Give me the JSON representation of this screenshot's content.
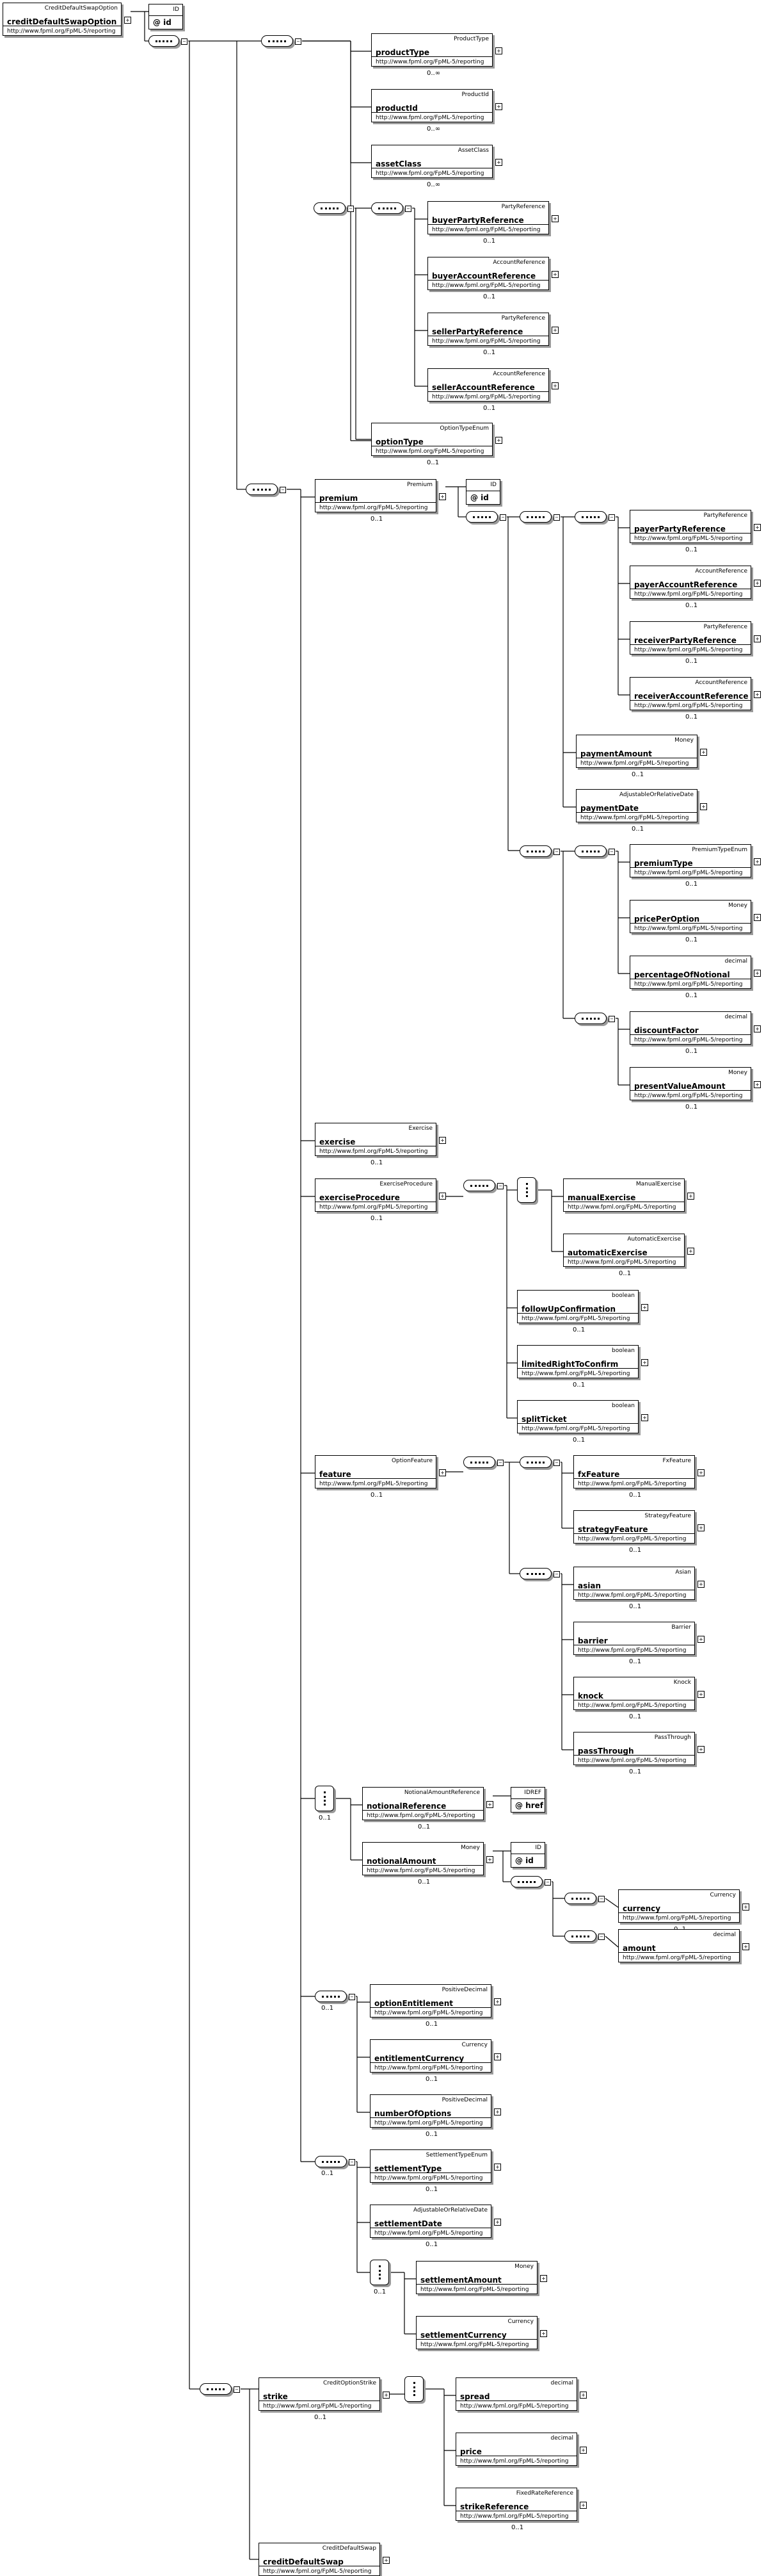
{
  "diagram": {
    "root": {
      "type": "CreditDefaultSwapOption",
      "name": "creditDefaultSwapOption",
      "ns": "http://www.fpml.org/FpML-5/reporting"
    },
    "root_attr": {
      "type": "ID",
      "name": "@ id"
    },
    "product_type": {
      "type": "ProductType",
      "name": "productType",
      "ns": "http://www.fpml.org/FpML-5/reporting",
      "card": "0..∞"
    },
    "product_id": {
      "type": "ProductId",
      "name": "productId",
      "ns": "http://www.fpml.org/FpML-5/reporting",
      "card": "0..∞"
    },
    "asset_class": {
      "type": "AssetClass",
      "name": "assetClass",
      "ns": "http://www.fpml.org/FpML-5/reporting",
      "card": "0..∞"
    },
    "buyer_party": {
      "type": "PartyReference",
      "name": "buyerPartyReference",
      "ns": "http://www.fpml.org/FpML-5/reporting",
      "card": "0..1"
    },
    "buyer_account": {
      "type": "AccountReference",
      "name": "buyerAccountReference",
      "ns": "http://www.fpml.org/FpML-5/reporting",
      "card": "0..1"
    },
    "seller_party": {
      "type": "PartyReference",
      "name": "sellerPartyReference",
      "ns": "http://www.fpml.org/FpML-5/reporting",
      "card": "0..1"
    },
    "seller_account": {
      "type": "AccountReference",
      "name": "sellerAccountReference",
      "ns": "http://www.fpml.org/FpML-5/reporting",
      "card": "0..1"
    },
    "option_type": {
      "type": "OptionTypeEnum",
      "name": "optionType",
      "ns": "http://www.fpml.org/FpML-5/reporting",
      "card": "0..1"
    },
    "premium": {
      "type": "Premium",
      "name": "premium",
      "ns": "http://www.fpml.org/FpML-5/reporting",
      "card": "0..1"
    },
    "premium_attr": {
      "type": "ID",
      "name": "@ id"
    },
    "payer_party": {
      "type": "PartyReference",
      "name": "payerPartyReference",
      "ns": "http://www.fpml.org/FpML-5/reporting",
      "card": "0..1"
    },
    "payer_account": {
      "type": "AccountReference",
      "name": "payerAccountReference",
      "ns": "http://www.fpml.org/FpML-5/reporting",
      "card": "0..1"
    },
    "receiver_party": {
      "type": "PartyReference",
      "name": "receiverPartyReference",
      "ns": "http://www.fpml.org/FpML-5/reporting",
      "card": "0..1"
    },
    "receiver_account": {
      "type": "AccountReference",
      "name": "receiverAccountReference",
      "ns": "http://www.fpml.org/FpML-5/reporting",
      "card": "0..1"
    },
    "payment_amount": {
      "type": "Money",
      "name": "paymentAmount",
      "ns": "http://www.fpml.org/FpML-5/reporting",
      "card": "0..1"
    },
    "payment_date": {
      "type": "AdjustableOrRelativeDate",
      "name": "paymentDate",
      "ns": "http://www.fpml.org/FpML-5/reporting",
      "card": "0..1"
    },
    "premium_type": {
      "type": "PremiumTypeEnum",
      "name": "premiumType",
      "ns": "http://www.fpml.org/FpML-5/reporting",
      "card": "0..1"
    },
    "price_per_option": {
      "type": "Money",
      "name": "pricePerOption",
      "ns": "http://www.fpml.org/FpML-5/reporting",
      "card": "0..1"
    },
    "percentage_notional": {
      "type": "decimal",
      "name": "percentageOfNotional",
      "ns": "http://www.fpml.org/FpML-5/reporting",
      "card": "0..1"
    },
    "discount_factor": {
      "type": "decimal",
      "name": "discountFactor",
      "ns": "http://www.fpml.org/FpML-5/reporting",
      "card": "0..1"
    },
    "present_value": {
      "type": "Money",
      "name": "presentValueAmount",
      "ns": "http://www.fpml.org/FpML-5/reporting",
      "card": "0..1"
    },
    "exercise": {
      "type": "Exercise",
      "name": "exercise",
      "ns": "http://www.fpml.org/FpML-5/reporting",
      "card": "0..1"
    },
    "exercise_procedure": {
      "type": "ExerciseProcedure",
      "name": "exerciseProcedure",
      "ns": "http://www.fpml.org/FpML-5/reporting",
      "card": "0..1"
    },
    "manual_exercise": {
      "type": "ManualExercise",
      "name": "manualExercise",
      "ns": "http://www.fpml.org/FpML-5/reporting"
    },
    "automatic_exercise": {
      "type": "AutomaticExercise",
      "name": "automaticExercise",
      "ns": "http://www.fpml.org/FpML-5/reporting",
      "card": "0..1"
    },
    "follow_up": {
      "type": "boolean",
      "name": "followUpConfirmation",
      "ns": "http://www.fpml.org/FpML-5/reporting",
      "card": "0..1"
    },
    "limited_right": {
      "type": "boolean",
      "name": "limitedRightToConfirm",
      "ns": "http://www.fpml.org/FpML-5/reporting",
      "card": "0..1"
    },
    "split_ticket": {
      "type": "boolean",
      "name": "splitTicket",
      "ns": "http://www.fpml.org/FpML-5/reporting",
      "card": "0..1"
    },
    "feature": {
      "type": "OptionFeature",
      "name": "feature",
      "ns": "http://www.fpml.org/FpML-5/reporting",
      "card": "0..1"
    },
    "fx_feature": {
      "type": "FxFeature",
      "name": "fxFeature",
      "ns": "http://www.fpml.org/FpML-5/reporting",
      "card": "0..1"
    },
    "strategy_feature": {
      "type": "StrategyFeature",
      "name": "strategyFeature",
      "ns": "http://www.fpml.org/FpML-5/reporting",
      "card": "0..1"
    },
    "asian": {
      "type": "Asian",
      "name": "asian",
      "ns": "http://www.fpml.org/FpML-5/reporting",
      "card": "0..1"
    },
    "barrier": {
      "type": "Barrier",
      "name": "barrier",
      "ns": "http://www.fpml.org/FpML-5/reporting",
      "card": "0..1"
    },
    "knock": {
      "type": "Knock",
      "name": "knock",
      "ns": "http://www.fpml.org/FpML-5/reporting",
      "card": "0..1"
    },
    "pass_through": {
      "type": "PassThrough",
      "name": "passThrough",
      "ns": "http://www.fpml.org/FpML-5/reporting",
      "card": "0..1"
    },
    "notional_choice_card": "0..1",
    "notional_reference": {
      "type": "NotionalAmountReference",
      "name": "notionalReference",
      "ns": "http://www.fpml.org/FpML-5/reporting",
      "card": "0..1"
    },
    "href_attr": {
      "type": "IDREF",
      "name": "@ href"
    },
    "notional_amount": {
      "type": "Money",
      "name": "notionalAmount",
      "ns": "http://www.fpml.org/FpML-5/reporting",
      "card": "0..1"
    },
    "notional_attr": {
      "type": "ID",
      "name": "@ id"
    },
    "currency": {
      "type": "Currency",
      "name": "currency",
      "ns": "http://www.fpml.org/FpML-5/reporting",
      "card": "0..1"
    },
    "amount": {
      "type": "decimal",
      "name": "amount",
      "ns": "http://www.fpml.org/FpML-5/reporting"
    },
    "entitlement_seq_card": "0..1",
    "option_entitlement": {
      "type": "PositiveDecimal",
      "name": "optionEntitlement",
      "ns": "http://www.fpml.org/FpML-5/reporting",
      "card": "0..1"
    },
    "entitlement_currency": {
      "type": "Currency",
      "name": "entitlementCurrency",
      "ns": "http://www.fpml.org/FpML-5/reporting",
      "card": "0..1"
    },
    "number_of_options": {
      "type": "PositiveDecimal",
      "name": "numberOfOptions",
      "ns": "http://www.fpml.org/FpML-5/reporting",
      "card": "0..1"
    },
    "settlement_seq_card": "0..1",
    "settlement_type": {
      "type": "SettlementTypeEnum",
      "name": "settlementType",
      "ns": "http://www.fpml.org/FpML-5/reporting",
      "card": "0..1"
    },
    "settlement_date": {
      "type": "AdjustableOrRelativeDate",
      "name": "settlementDate",
      "ns": "http://www.fpml.org/FpML-5/reporting",
      "card": "0..1"
    },
    "settlement_choice_card": "0..1",
    "settlement_amount": {
      "type": "Money",
      "name": "settlementAmount",
      "ns": "http://www.fpml.org/FpML-5/reporting"
    },
    "settlement_currency": {
      "type": "Currency",
      "name": "settlementCurrency",
      "ns": "http://www.fpml.org/FpML-5/reporting"
    },
    "strike": {
      "type": "CreditOptionStrike",
      "name": "strike",
      "ns": "http://www.fpml.org/FpML-5/reporting",
      "card": "0..1"
    },
    "spread": {
      "type": "decimal",
      "name": "spread",
      "ns": "http://www.fpml.org/FpML-5/reporting"
    },
    "price": {
      "type": "decimal",
      "name": "price",
      "ns": "http://www.fpml.org/FpML-5/reporting"
    },
    "strike_reference": {
      "type": "FixedRateReference",
      "name": "strikeReference",
      "ns": "http://www.fpml.org/FpML-5/reporting",
      "card": "0..1"
    },
    "credit_default_swap": {
      "type": "CreditDefaultSwap",
      "name": "creditDefaultSwap",
      "ns": "http://www.fpml.org/FpML-5/reporting"
    }
  }
}
